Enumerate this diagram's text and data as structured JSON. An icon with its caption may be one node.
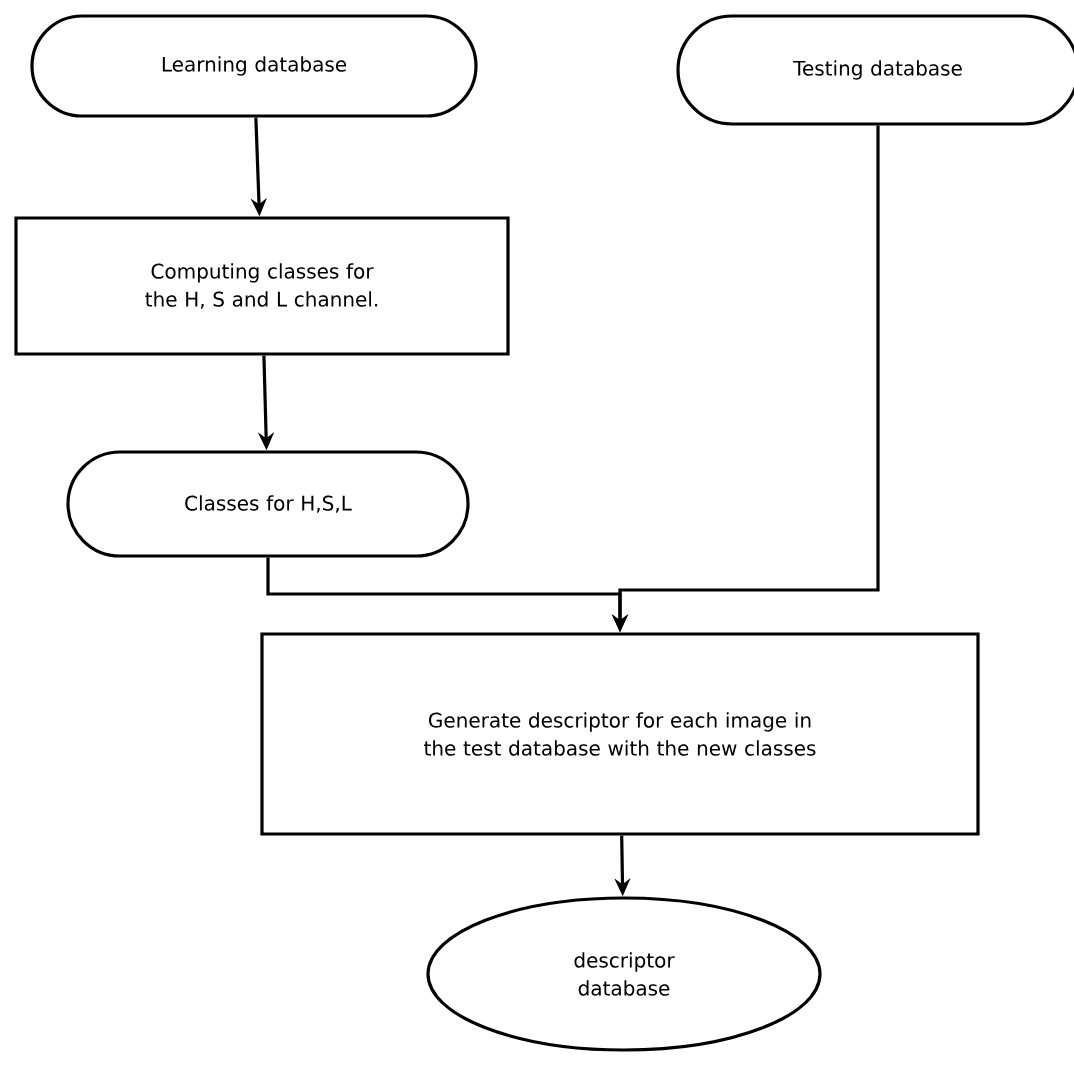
{
  "diagram": {
    "nodes": [
      {
        "text": [
          "Learning database"
        ]
      },
      {
        "text": [
          "Testing database"
        ]
      },
      {
        "text": [
          "Computing classes for the H, S and L channel."
        ]
      },
      {
        "text": [
          "Classes for H,S,L"
        ]
      },
      {
        "text": [
          "Generate descriptor for each image in the test database with the new classes"
        ]
      },
      {
        "text": [
          "descriptor database"
        ]
      }
    ],
    "edges": [
      {
        "from": 0,
        "to": 2,
        "arrow": "to"
      },
      {
        "from": 2,
        "to": 3,
        "arrow": "to"
      },
      {
        "from": 3,
        "to": 4,
        "arrow": "to"
      },
      {
        "from": 1,
        "to": 4,
        "arrow": "to"
      },
      {
        "from": 4,
        "to": 5,
        "arrow": "to"
      }
    ]
  }
}
